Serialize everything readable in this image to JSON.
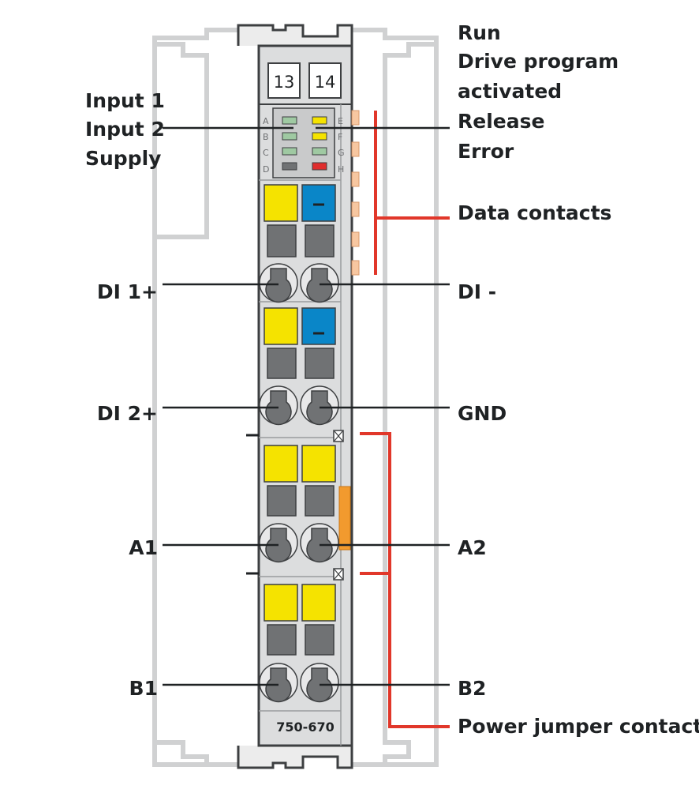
{
  "module": {
    "part_number": "750-670",
    "terminal_numbers": [
      "13",
      "14"
    ],
    "led_letters_left": [
      "A",
      "B",
      "C",
      "D"
    ],
    "led_letters_right": [
      "E",
      "F",
      "G",
      "H"
    ]
  },
  "labels": {
    "input1": "Input 1",
    "input2": "Input 2",
    "supply": "Supply",
    "run": "Run",
    "drive_line1": "Drive program",
    "drive_line2": "activated",
    "release": "Release",
    "error": "Error",
    "data_contacts": "Data contacts",
    "di1_plus": "DI 1+",
    "di_minus": "DI -",
    "di2_plus": "DI 2+",
    "gnd": "GND",
    "a1": "A1",
    "a2": "A2",
    "b1": "B1",
    "b2": "B2",
    "power_jumper": "Power jumper contacts"
  },
  "colors": {
    "housing": "#dcddde",
    "outline": "#3d3f41",
    "yellow": "#f5e300",
    "blue": "#0a86c8",
    "gray_block": "#707274",
    "led_green": "#9fc9a2",
    "led_yellow": "#f5e300",
    "led_red": "#e02d2d",
    "led_gray": "#707274",
    "bracket_red": "#e1372a",
    "orange": "#f29a2e",
    "pin_peach": "#f7c7a1",
    "rail": "#d0d1d2"
  }
}
